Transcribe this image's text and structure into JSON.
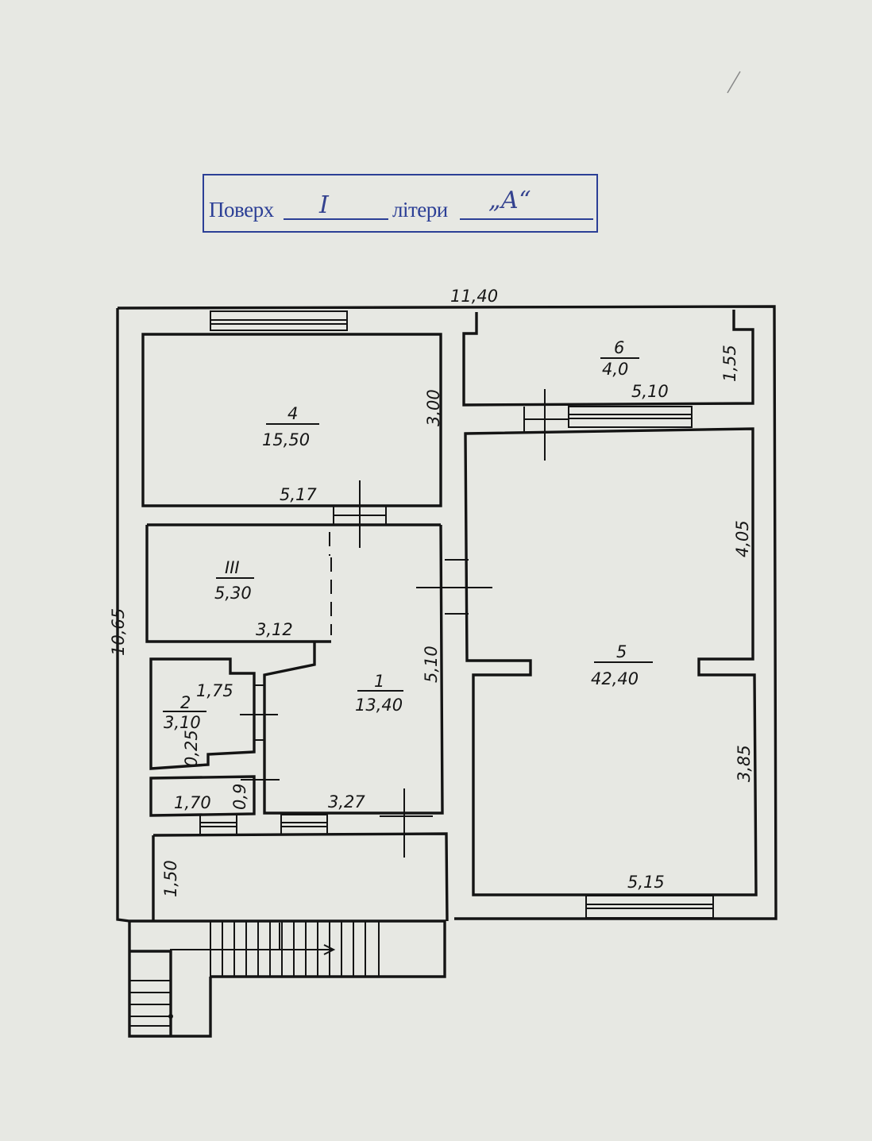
{
  "stamp": {
    "floor_label": "Поверх",
    "floor_value": "I",
    "letter_label": "літери",
    "letter_value": "„А“"
  },
  "overall": {
    "width": "11,40",
    "height": "10,65"
  },
  "rooms": {
    "r1": {
      "number": "1",
      "area": "13,40"
    },
    "r2": {
      "number": "2",
      "area": "3,10"
    },
    "r3": {
      "number": "III",
      "area": "5,30"
    },
    "r4": {
      "number": "4",
      "area": "15,50"
    },
    "r5": {
      "number": "5",
      "area": "42,40"
    },
    "r6": {
      "number": "6",
      "area": "4,0"
    }
  },
  "dims": {
    "r4_height": "3,00",
    "r4_width": "5,17",
    "r6_depth": "1,55",
    "r6_width": "5,10",
    "r5_upper": "4,05",
    "r5_lower": "3,85",
    "r5_bottom": "5,15",
    "r1_height": "5,10",
    "r1_width": "3,27",
    "r3_width": "3,12",
    "r2_width": "1,75",
    "r2_step": "0,25",
    "wc_width": "1,70",
    "wc_height": "0,9",
    "porch_depth": "1,50"
  },
  "colors": {
    "ink": "#141414",
    "stamp_blue": "#2c3f96",
    "paper": "#e7e8e3"
  }
}
